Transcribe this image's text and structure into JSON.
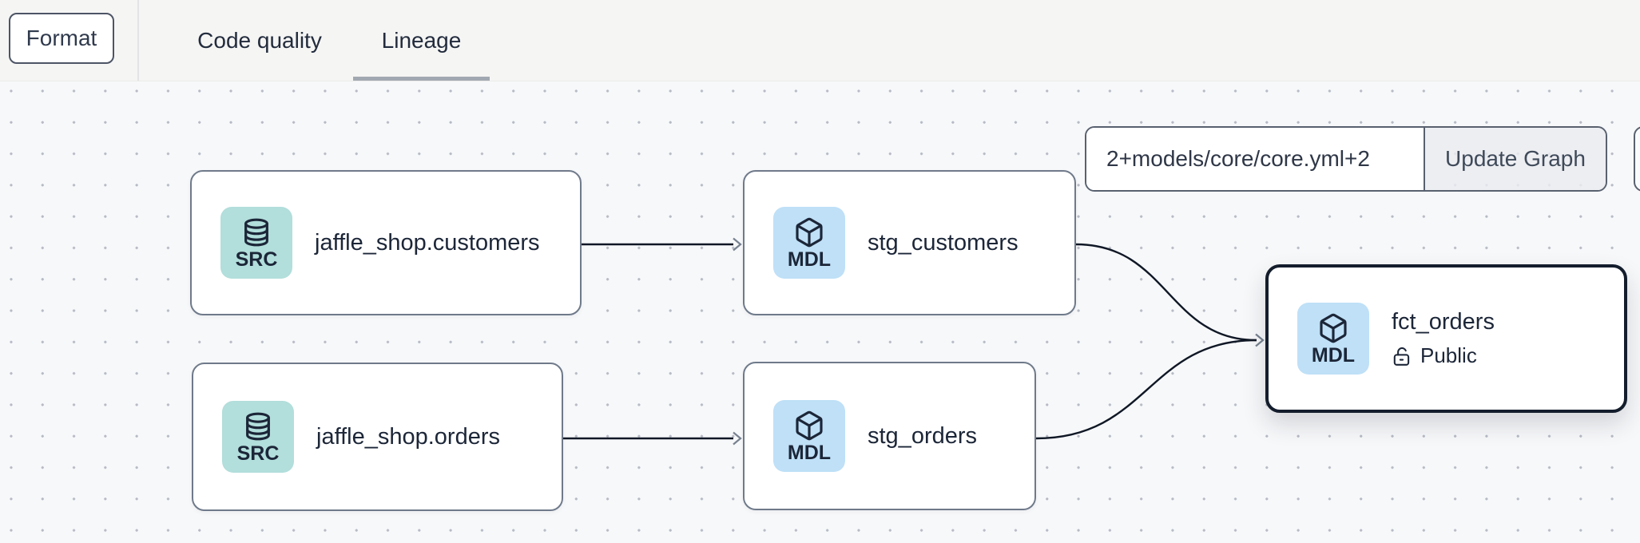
{
  "header": {
    "format_button": "Format",
    "tabs": [
      {
        "label": "Code quality",
        "active": false
      },
      {
        "label": "Lineage",
        "active": true
      }
    ]
  },
  "graph_controls": {
    "selector_input_value": "2+models/core/core.yml+2",
    "update_button": "Update Graph"
  },
  "lineage": {
    "nodes": [
      {
        "id": "jaffle_shop.customers",
        "badge": "SRC",
        "title": "jaffle_shop.customers",
        "kind": "source"
      },
      {
        "id": "stg_customers",
        "badge": "MDL",
        "title": "stg_customers",
        "kind": "model"
      },
      {
        "id": "jaffle_shop.orders",
        "badge": "SRC",
        "title": "jaffle_shop.orders",
        "kind": "source"
      },
      {
        "id": "stg_orders",
        "badge": "MDL",
        "title": "stg_orders",
        "kind": "model"
      },
      {
        "id": "fct_orders",
        "badge": "MDL",
        "title": "fct_orders",
        "access": "Public",
        "kind": "model",
        "selected": true
      }
    ],
    "edges": [
      {
        "from": "jaffle_shop.customers",
        "to": "stg_customers"
      },
      {
        "from": "jaffle_shop.orders",
        "to": "stg_orders"
      },
      {
        "from": "stg_customers",
        "to": "fct_orders"
      },
      {
        "from": "stg_orders",
        "to": "fct_orders"
      }
    ]
  },
  "colors": {
    "source_icon_bg": "#b2dedb",
    "model_icon_bg": "#bfe0f7",
    "text": "#1c2638",
    "node_border": "#6f7a8a",
    "selected_node_border": "#141d2c",
    "edge": "#101826",
    "arrowhead": "#77818f",
    "tab_underline": "#a2a8b1"
  }
}
